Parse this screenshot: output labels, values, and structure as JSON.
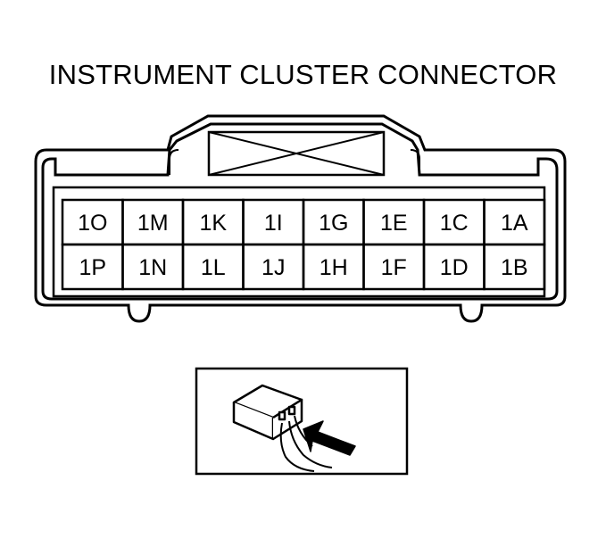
{
  "title": "INSTRUMENT CLUSTER CONNECTOR",
  "connector": {
    "top_row": [
      "1O",
      "1M",
      "1K",
      "1I",
      "1G",
      "1E",
      "1C",
      "1A"
    ],
    "bottom_row": [
      "1P",
      "1N",
      "1L",
      "1J",
      "1H",
      "1F",
      "1D",
      "1B"
    ]
  },
  "inset": {
    "illustration": "connector-back-probe-arrow-icon"
  }
}
